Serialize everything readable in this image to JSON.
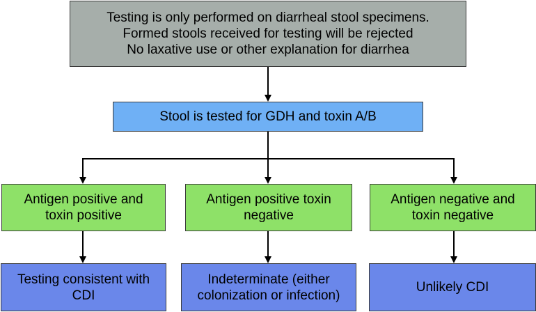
{
  "top_box": {
    "lines": [
      "Testing is only performed on diarrheal stool specimens.",
      "Formed stools received for testing will be rejected",
      "No laxative use or other explanation for diarrhea"
    ]
  },
  "test_box": {
    "label": "Stool is tested for GDH and toxin A/B"
  },
  "results": [
    {
      "lines": [
        "Antigen positive and",
        "toxin positive"
      ]
    },
    {
      "lines": [
        "Antigen positive toxin",
        "negative"
      ]
    },
    {
      "lines": [
        "Antigen negative and",
        "toxin negative"
      ]
    }
  ],
  "outcomes": [
    {
      "lines": [
        "Testing consistent with",
        "CDI"
      ]
    },
    {
      "lines": [
        "Indeterminate (either",
        "colonization or infection)"
      ]
    },
    {
      "lines": [
        "Unlikely CDI"
      ]
    }
  ],
  "colors": {
    "top": "#a6aeaa",
    "test": "#6fb0f5",
    "result": "#8ee168",
    "outcome": "#6a87ea"
  }
}
